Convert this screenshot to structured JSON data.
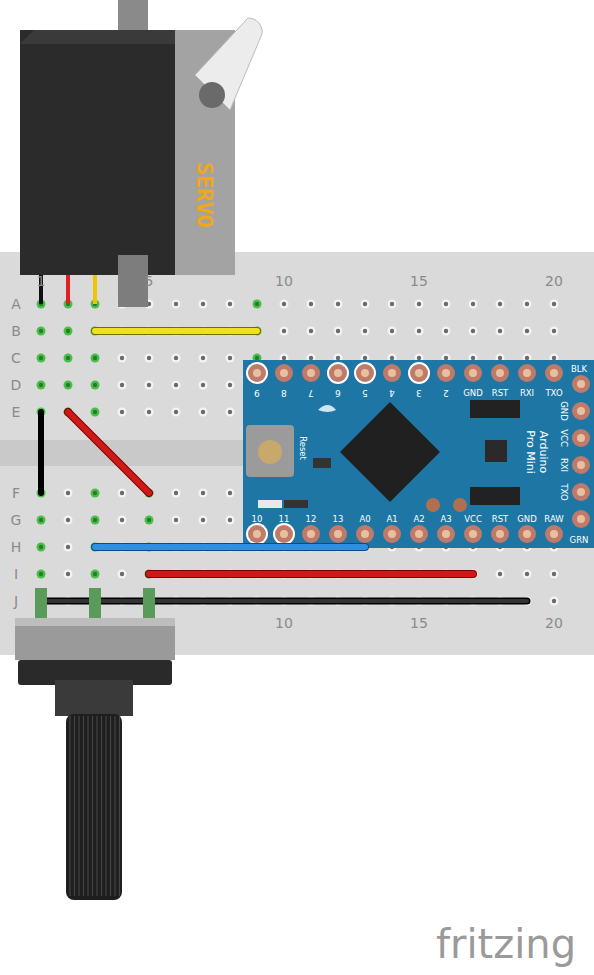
{
  "diagram": {
    "nodes": [
      {
        "text": [
          "SERVO"
        ]
      },
      {
        "text": [
          "Arduino Pro Mini"
        ]
      }
    ],
    "labels": [
      "1",
      "5",
      "10",
      "15",
      "20",
      "A",
      "B",
      "C",
      "D",
      "E",
      "F",
      "G",
      "H",
      "I",
      "J",
      "10",
      "15",
      "20",
      "9",
      "8",
      "7",
      "6",
      "5",
      "4",
      "3",
      "2",
      "GND",
      "RST",
      "RXI",
      "TXO",
      "BLK",
      "GND",
      "VCC",
      "RXI",
      "TXO",
      "GRN",
      "10",
      "11",
      "12",
      "13",
      "A0",
      "A1",
      "A2",
      "A3",
      "VCC",
      "RST",
      "GND",
      "RAW",
      "Reset",
      "fritzing"
    ]
  }
}
